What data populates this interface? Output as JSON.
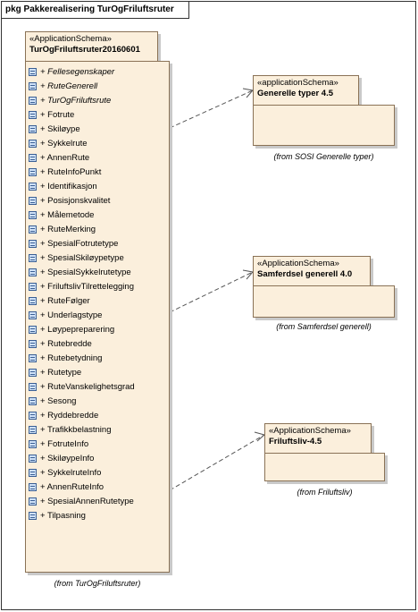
{
  "frame_title": "pkg Pakkerealisering TurOgFriluftsruter",
  "main_package": {
    "stereotype": "«ApplicationSchema»",
    "name": "TurOgFriluftsruter20160601",
    "items": [
      {
        "label": "+ Fellesegenskaper",
        "italic": true
      },
      {
        "label": "+ RuteGenerell",
        "italic": true
      },
      {
        "label": "+ TurOgFriluftsrute",
        "italic": true
      },
      {
        "label": "+ Fotrute",
        "italic": false
      },
      {
        "label": "+ Skiløype",
        "italic": false
      },
      {
        "label": "+ Sykkelrute",
        "italic": false
      },
      {
        "label": "+ AnnenRute",
        "italic": false
      },
      {
        "label": "+ RuteInfoPunkt",
        "italic": false
      },
      {
        "label": "+ Identifikasjon",
        "italic": false
      },
      {
        "label": "+ Posisjonskvalitet",
        "italic": false
      },
      {
        "label": "+ Målemetode",
        "italic": false
      },
      {
        "label": "+ RuteMerking",
        "italic": false
      },
      {
        "label": "+ SpesialFotrutetype",
        "italic": false
      },
      {
        "label": "+ SpesialSkiløypetype",
        "italic": false
      },
      {
        "label": "+ SpesialSykkelrutetype",
        "italic": false
      },
      {
        "label": "+ FriluftslivTilrettelegging",
        "italic": false
      },
      {
        "label": "+ RuteFølger",
        "italic": false
      },
      {
        "label": "+ Underlagstype",
        "italic": false
      },
      {
        "label": "+ Løypepreparering",
        "italic": false
      },
      {
        "label": "+ Rutebredde",
        "italic": false
      },
      {
        "label": "+ Rutebetydning",
        "italic": false
      },
      {
        "label": "+ Rutetype",
        "italic": false
      },
      {
        "label": "+ RuteVanskelighetsgrad",
        "italic": false
      },
      {
        "label": "+ Sesong",
        "italic": false
      },
      {
        "label": "+ Ryddebredde",
        "italic": false
      },
      {
        "label": "+ Trafikkbelastning",
        "italic": false
      },
      {
        "label": "+ FotruteInfo",
        "italic": false
      },
      {
        "label": "+ SkiløypeInfo",
        "italic": false
      },
      {
        "label": "+ SykkelruteInfo",
        "italic": false
      },
      {
        "label": "+ AnnenRuteInfo",
        "italic": false
      },
      {
        "label": "+ SpesialAnnenRutetype",
        "italic": false
      },
      {
        "label": "+ Tilpasning",
        "italic": false
      }
    ],
    "caption": "(from TurOgFriluftsruter)"
  },
  "dependencies": [
    {
      "stereotype": "«applicationSchema»",
      "name": "Generelle typer 4.5",
      "caption": "(from SOSI Generelle typer)"
    },
    {
      "stereotype": "«ApplicationSchema»",
      "name": "Samferdsel generell 4.0",
      "caption": "(from Samferdsel generell)"
    },
    {
      "stereotype": "«ApplicationSchema»",
      "name": "Friluftsliv-4.5",
      "caption": "(from Friluftsliv)"
    }
  ],
  "colors": {
    "package_fill": "#fbefdc",
    "package_border": "#8a7256",
    "icon_fill": "#cfe1f7"
  }
}
